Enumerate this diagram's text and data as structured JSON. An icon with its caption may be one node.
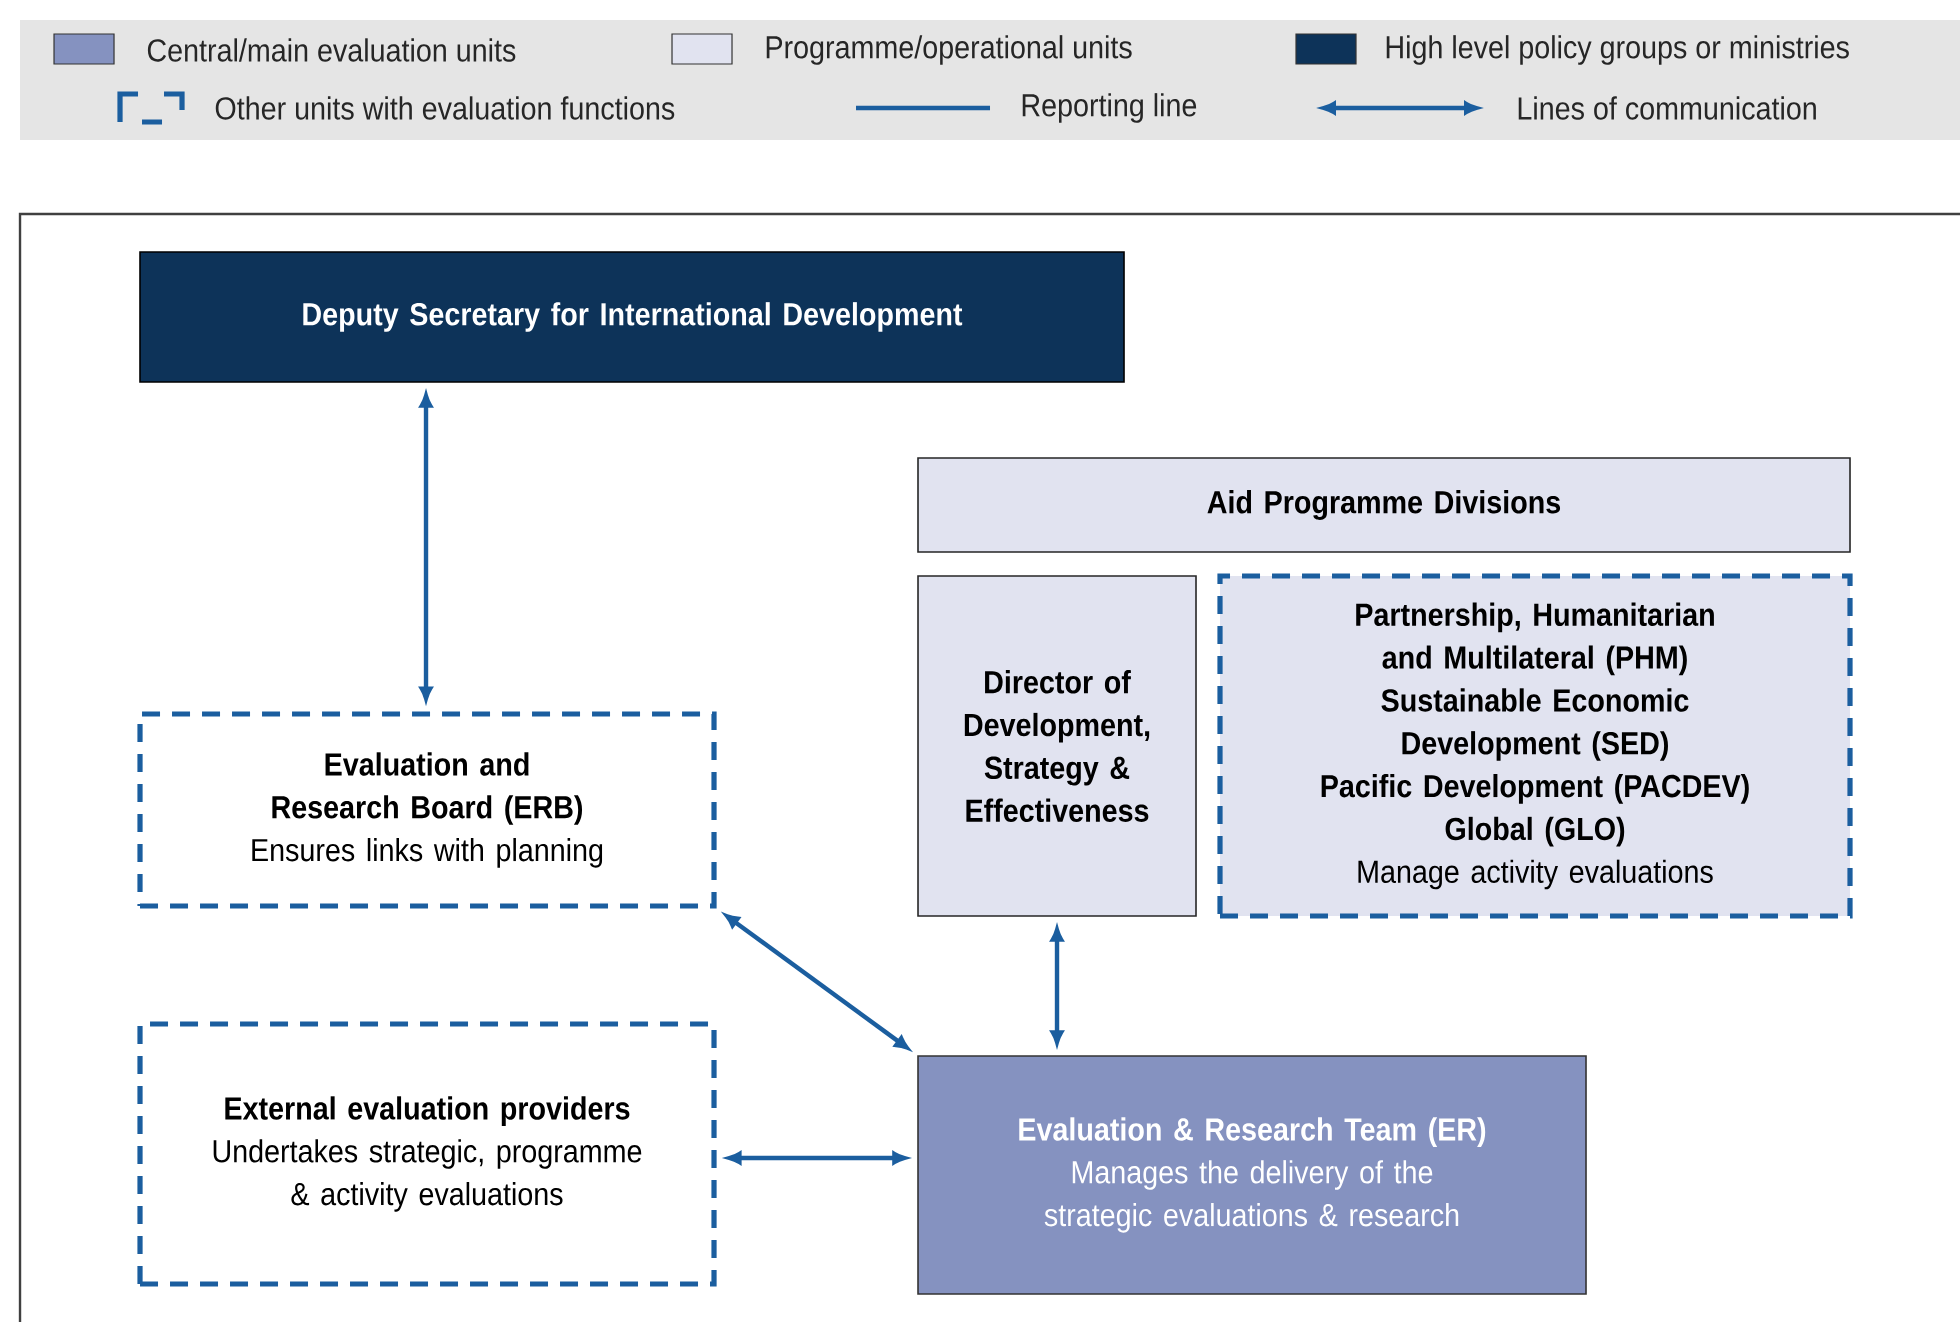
{
  "diagram": {
    "nodes": [
      {
        "text": [
          "Deputy Secretary for International Development"
        ]
      },
      {
        "text": [
          "Aid Programme Divisions"
        ]
      },
      {
        "text": [
          "Director of Development, Strategy & Effectiveness"
        ]
      },
      {
        "text": [
          "Partnership, Humanitarian and Multilateral (PHM)",
          "Sustainable Economic Development (SED)",
          "Pacific Development (PACDEV)",
          "Global (GLO)",
          "Manage activity evaluations"
        ]
      },
      {
        "text": [
          "Evaluation and Research Board (ERB)",
          "Ensures links with planning"
        ]
      },
      {
        "text": [
          "External evaluation providers",
          "Undertakes strategic, programme & activity evaluations"
        ]
      },
      {
        "text": [
          "Evaluation & Research Team (ER)",
          "Manages the delivery of the strategic evaluations & research"
        ]
      }
    ],
    "edges": [
      {
        "from": 0,
        "to": 4,
        "arrow": "both"
      },
      {
        "from": 4,
        "to": 6,
        "arrow": "both"
      },
      {
        "from": 5,
        "to": 6,
        "arrow": "both"
      },
      {
        "from": 2,
        "to": 6,
        "arrow": "both"
      }
    ],
    "legend": [
      {
        "text": "Central/main evaluation units",
        "color": "#8592c0"
      },
      {
        "text": "Programme/operational units",
        "color": "#e1e3f0"
      },
      {
        "text": "High level policy groups or ministries",
        "color": "#0d3359"
      },
      {
        "text": "Other units with evaluation functions"
      },
      {
        "text": "Reporting line"
      },
      {
        "text": "Lines of communication"
      }
    ]
  }
}
